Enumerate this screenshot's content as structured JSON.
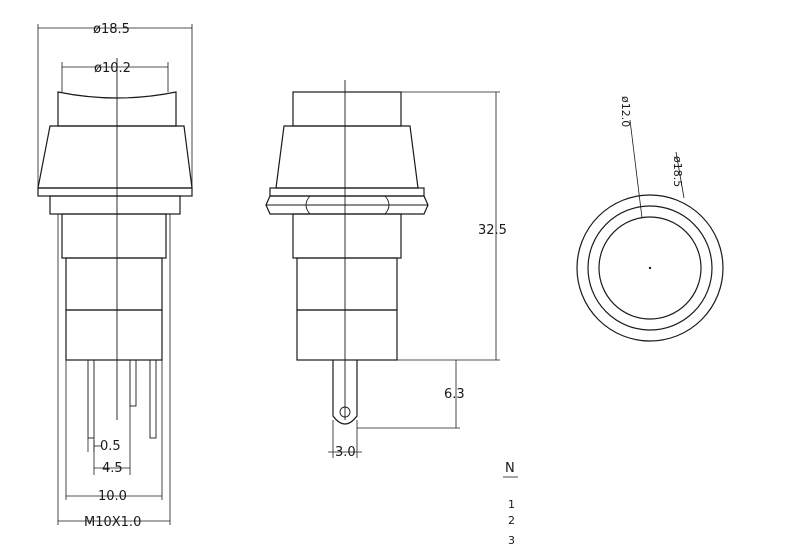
{
  "front_view": {
    "outer_diameter": "ø18.5",
    "cap_diameter": "ø10.2",
    "pin_width": "0.5",
    "pin_spacing": "4.5",
    "body_width": "10.0",
    "thread": "M10X1.0"
  },
  "side_view": {
    "height": "32.5",
    "terminal_length": "6.3",
    "terminal_width": "3.0"
  },
  "top_view": {
    "inner_diameter": "ø12.0",
    "outer_diameter": "ø18.5"
  },
  "table": {
    "header": "N",
    "rows": [
      "1",
      "2",
      "3"
    ]
  }
}
